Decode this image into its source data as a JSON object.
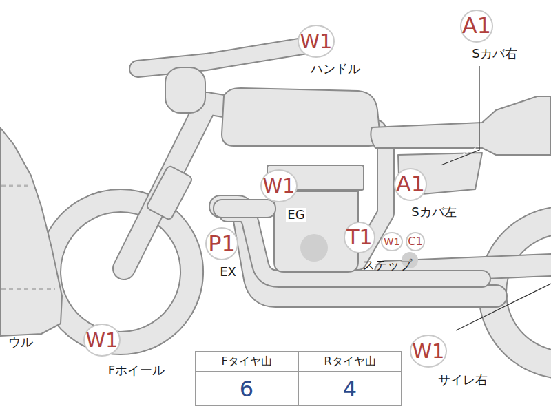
{
  "diagram": {
    "nodes": [
      {
        "text": [
          "W1",
          "ハンドル"
        ]
      },
      {
        "text": [
          "A1",
          "Sカバ右"
        ]
      },
      {
        "text": [
          "W1",
          "EG"
        ]
      },
      {
        "text": [
          "A1",
          "Sカバ左"
        ]
      },
      {
        "text": [
          "P1",
          "EX"
        ]
      },
      {
        "text": [
          "T1"
        ]
      },
      {
        "text": [
          "W1"
        ]
      },
      {
        "text": [
          "C1"
        ]
      },
      {
        "text": [
          "W1",
          "Fホイール"
        ]
      },
      {
        "text": [
          "W1",
          "サイレ右"
        ]
      }
    ],
    "edges": [],
    "labels": [
      "ステップ",
      "ウル",
      "Fタイヤ山",
      "Rタイヤ山",
      "6",
      "4"
    ]
  }
}
